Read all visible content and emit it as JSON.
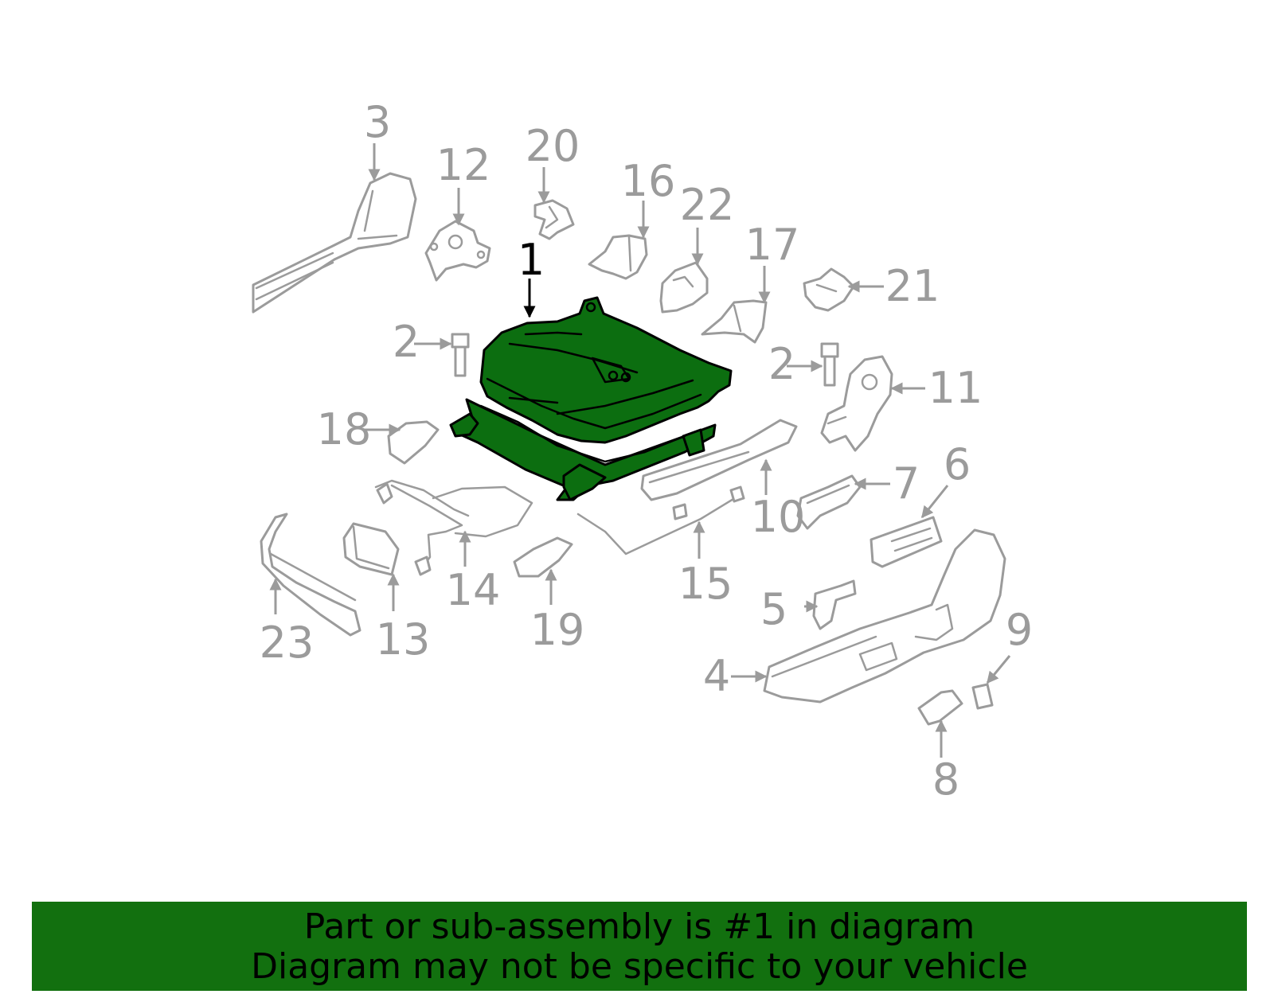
{
  "diagram": {
    "highlighted_callout": "1",
    "highlight_color": "#0c6e10",
    "parts_color": "#9b9b9b",
    "callouts": {
      "c1": "1",
      "c2a": "2",
      "c2b": "2",
      "c3": "3",
      "c4": "4",
      "c5": "5",
      "c6": "6",
      "c7": "7",
      "c8": "8",
      "c9": "9",
      "c10": "10",
      "c11": "11",
      "c12": "12",
      "c13": "13",
      "c14": "14",
      "c15": "15",
      "c16": "16",
      "c17": "17",
      "c18": "18",
      "c19": "19",
      "c20": "20",
      "c21": "21",
      "c22": "22",
      "c23": "23"
    }
  },
  "banner": {
    "background": "#12700f",
    "line1": "Part or sub-assembly is #1 in diagram",
    "line2": "Diagram may not be specific to your vehicle"
  }
}
